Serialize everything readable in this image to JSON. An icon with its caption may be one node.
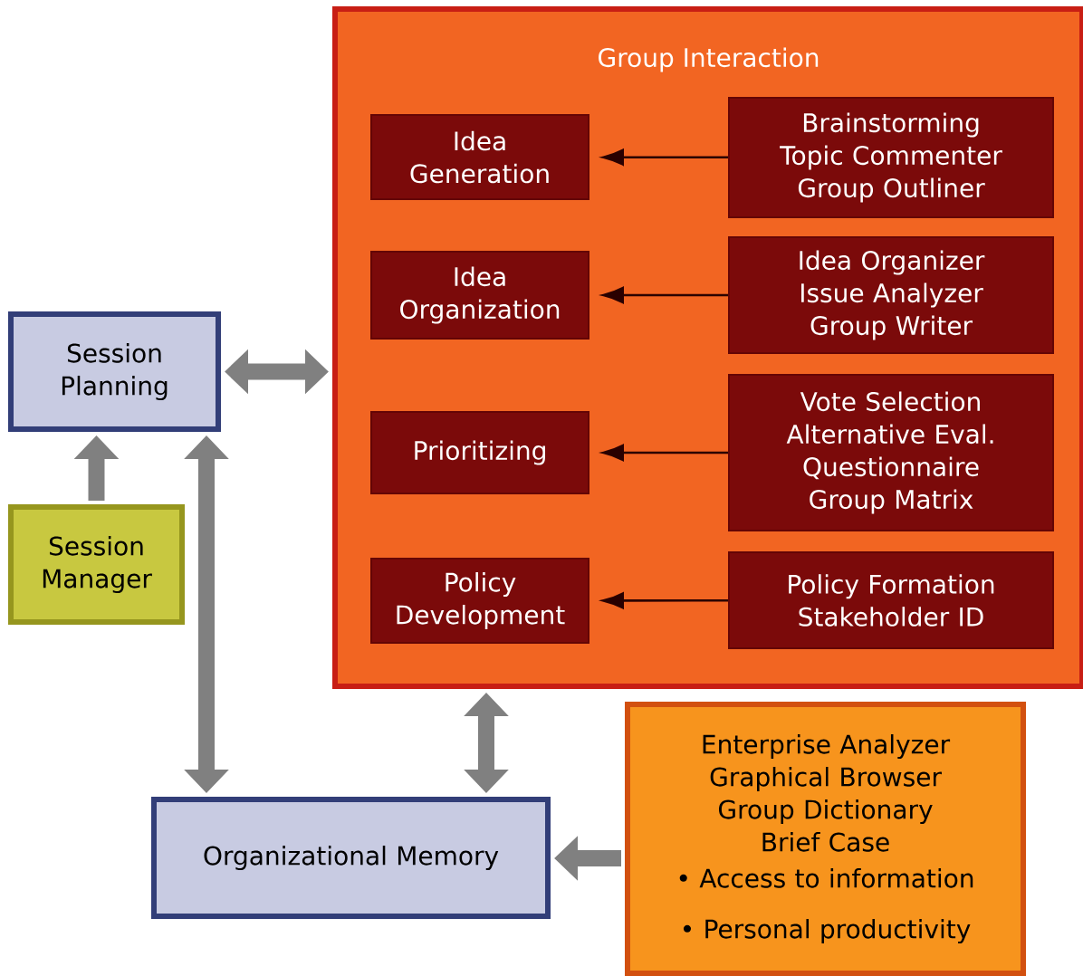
{
  "diagram": {
    "nodes": [
      {
        "text": [
          "Group Interaction"
        ]
      },
      {
        "text": [
          "Idea Generation"
        ],
        "in": 0
      },
      {
        "text": [
          "Brainstorming",
          "Topic Commenter",
          "Group Outliner"
        ],
        "in": 0
      },
      {
        "text": [
          "Idea Organization"
        ],
        "in": 0
      },
      {
        "text": [
          "Idea Organizer",
          "Issue Analyzer",
          "Group Writer"
        ],
        "in": 0
      },
      {
        "text": [
          "Prioritizing"
        ],
        "in": 0
      },
      {
        "text": [
          "Vote Selection",
          "Alternative Eval.",
          "Questionnaire",
          "Group Matrix"
        ],
        "in": 0
      },
      {
        "text": [
          "Policy Development"
        ],
        "in": 0
      },
      {
        "text": [
          "Policy Formation",
          "Stakeholder ID"
        ],
        "in": 0
      },
      {
        "text": [
          "Session Planning"
        ]
      },
      {
        "text": [
          "Session Manager"
        ]
      },
      {
        "text": [
          "Organizational Memory"
        ]
      },
      {
        "text": [
          "Enterprise Analyzer",
          "Graphical Browser",
          "Group Dictionary",
          "Brief Case",
          "• Access to information",
          "• Personal productivity"
        ]
      }
    ],
    "edges": [
      {
        "from": 2,
        "to": 1,
        "arrow": "to",
        "color": "#2a0000"
      },
      {
        "from": 4,
        "to": 3,
        "arrow": "to",
        "color": "#2a0000"
      },
      {
        "from": 6,
        "to": 5,
        "arrow": "to",
        "color": "#2a0000"
      },
      {
        "from": 8,
        "to": 7,
        "arrow": "to",
        "color": "#2a0000"
      },
      {
        "from": 9,
        "to": 0,
        "arrow": "both"
      },
      {
        "from": 10,
        "to": 9,
        "arrow": "to"
      },
      {
        "from": 9,
        "to": 11,
        "arrow": "both"
      },
      {
        "from": 0,
        "to": 11,
        "arrow": "both"
      },
      {
        "from": 12,
        "to": 11,
        "arrow": "to"
      }
    ]
  }
}
